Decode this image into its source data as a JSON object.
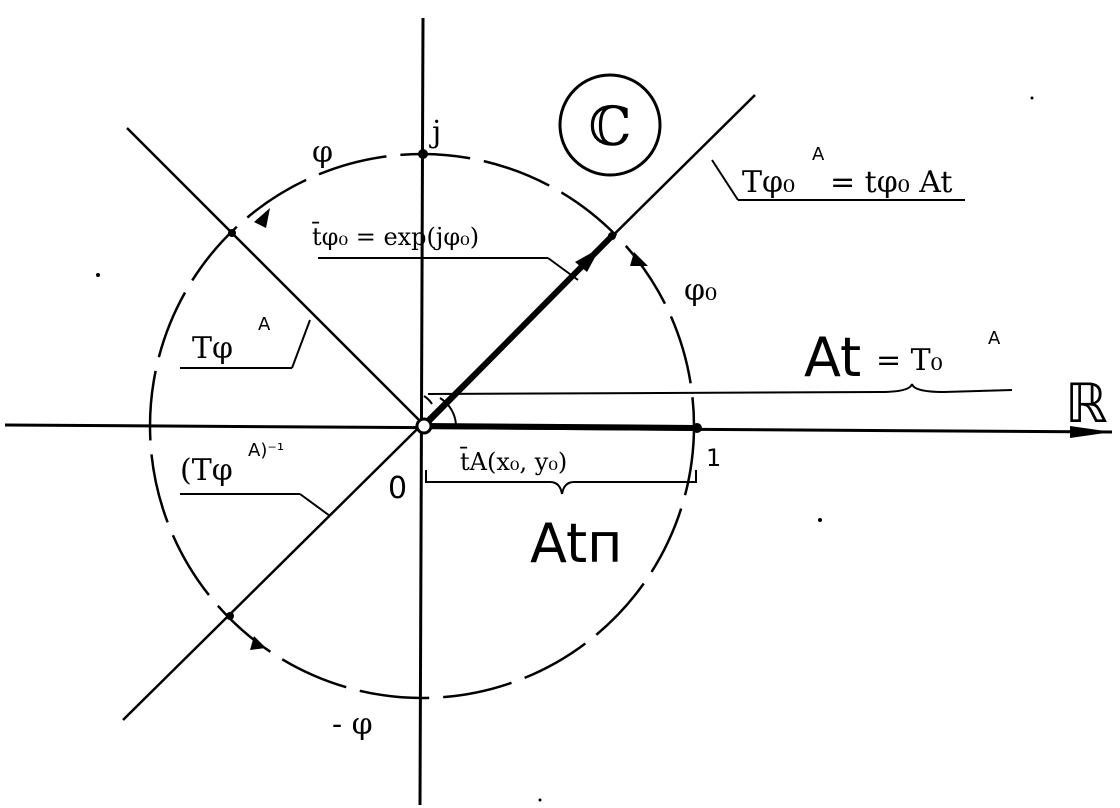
{
  "labels": {
    "complex_plane": "ℂ",
    "real_axis": "ℝ",
    "imag_unit": "j",
    "origin": "0",
    "one": "1",
    "phi": "φ",
    "neg_phi": "- φ",
    "phi0": "φ₀",
    "unit_vector": "t̄φ₀ = exp(jφ₀)",
    "op_phi0_base": "Tφ₀",
    "op_phi0_sup": "A",
    "op_phi0_rhs": "= tφ₀ At",
    "op_phi_base": "Tφ",
    "op_phi_sup": "A",
    "op_inv_base": "(Tφ",
    "op_inv_sup": "A)⁻¹",
    "at_lhs": "At",
    "at_eq": "= T₀",
    "at_sup": "A",
    "vector_tA": "t̄A(x₀, y₀)",
    "at_pi": "Atп"
  },
  "colors": {
    "ink": "#000000",
    "paper": "#ffffff"
  }
}
